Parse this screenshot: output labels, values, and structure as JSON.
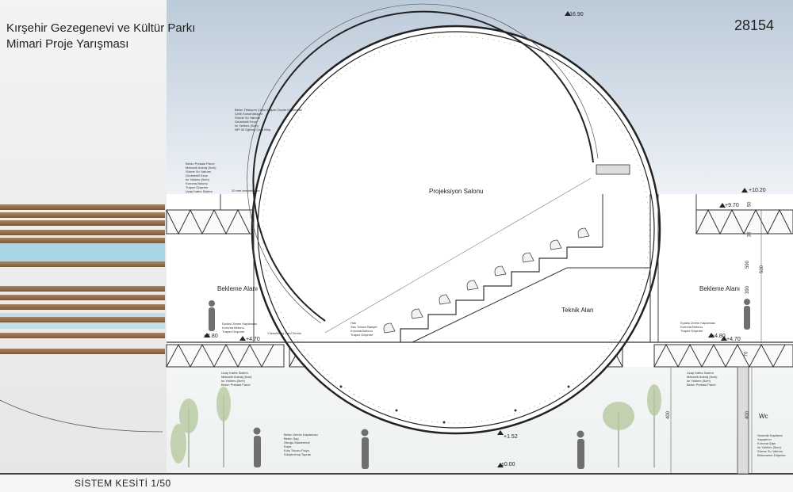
{
  "header": {
    "title_line1": "Kırşehir Gezegenevi ve Kültür Parkı",
    "title_line2": "Mimari Proje Yarışması",
    "code": "28154"
  },
  "caption": "SİSTEM KESİTİ 1/50",
  "rooms": {
    "projection": "Projeksiyon Salonu",
    "technical": "Teknik Alan",
    "waiting_left": "Bekleme Alanı",
    "waiting_right": "Bekleme Alanı",
    "wc": "Wc"
  },
  "levels": {
    "top": "+16.90",
    "roof_right_high": "+10.20",
    "roof_right": "+9.70",
    "floor_left_high": "+4.80",
    "floor_left": "+4.70",
    "floor_right_high": "+4.80",
    "floor_right": "+4.70",
    "dome_bottom": "+1.52",
    "ground": "±0.00"
  },
  "dimensions": {
    "d50a": "50",
    "d30": "30",
    "d590": "590",
    "d390": "390",
    "d500": "500",
    "d70": "70",
    "d400a": "400",
    "d400b": "400"
  },
  "notes": {
    "dome": [
      "Beton Titanyum Çinko Alaşım Cephe Kaplaması",
      "Çelik Konstrüksiyon",
      "Sürme Su Yalıtımı",
      "Geotekstil Keçe",
      "Isı Yalıtımı (5cm)",
      "NPI 30 Eğilmiş Çelik Kiriş"
    ],
    "roof_left": [
      "Beton Prekast Panel",
      "Mekanik Ankraj (6cm)",
      "Sürme Su Yalıtımı",
      "Geotekstil Keçe",
      "Isı Yalıtımı (5cm)",
      "Koruma Betonu",
      "Trapez Döşeme",
      "Uzay Kafes Sistem"
    ],
    "skylight": "20 mm lamineli cam",
    "floor_left": [
      "Epoksi Zemin Kaplaması",
      "Koruma Betonu",
      "Trapez Döşeme"
    ],
    "floor_mid": "Yükseltilmiş Cam Zemin",
    "seating": [
      "Halı",
      "Ses Tutucu Bariyer",
      "Koruma Betonu",
      "Trapez Döşeme"
    ],
    "floor_right": [
      "Epoksi Zemin Kaplaması",
      "Koruma Betonu",
      "Trapez Döşeme"
    ],
    "under_left": [
      "Uzay Kafes Sistem",
      "Mekanik Ankraj (6cm)",
      "Isı Yalıtımı (5cm)",
      "Beton Prekast Panel"
    ],
    "under_right": [
      "Uzay Kafes Sistem",
      "Mekanik Ankraj (6cm)",
      "Isı Yalıtımı (5cm)",
      "Beton Prekast Panel"
    ],
    "ground_mid": [
      "Beton Zemin Kaplaması",
      "Beton Şap",
      "Oturgu Malzemesi",
      "Kaya",
      "Kılıç Tutucu Folyo",
      "Sıkıştırılmış Toprak"
    ],
    "ground_right": [
      "Seramik Kaplama",
      "Yapıştırıcı",
      "Koruma Şapı",
      "Isı Yalıtımı (5cm)",
      "Sürme Su Yalıtımı",
      "Betonarme Döşeme"
    ]
  },
  "colors": {
    "sky": "#c7d4e1",
    "timber": "#8e6b4b",
    "glass": "#a9d6e6",
    "line": "#333333"
  }
}
